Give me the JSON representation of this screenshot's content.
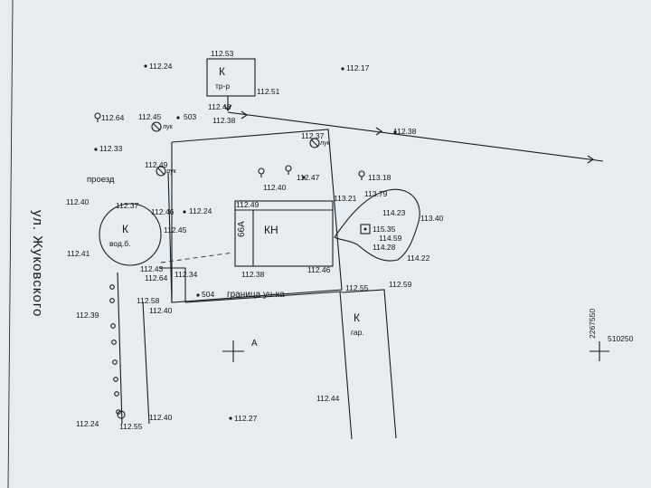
{
  "street": "ул. Жуковского",
  "labels": {
    "transformer_letter": "К",
    "transformer_type": "тр-р",
    "well_letter": "К",
    "well_type": "вод.б.",
    "house_number": "66А",
    "house_type": "КН",
    "garage_letter": "К",
    "garage_type": "гар.",
    "passage": "проезд",
    "boundary": "граница уч-ка",
    "area_marker": "А",
    "point_503": "503",
    "point_504": "504",
    "coord_vertical": "2267550",
    "coord_horizontal": "510250",
    "hatch_1": "лук",
    "hatch_2": "лук",
    "hatch_3": "лук"
  },
  "elev": {
    "e01": "112.53",
    "e02": "112.24",
    "e03": "112.17",
    "e04": "112.51",
    "e05": "112.48",
    "e06": "112.38",
    "e07": "112.64",
    "e08": "112.45",
    "e09": "112.38",
    "e10": "112.33",
    "e11": "112.37",
    "e12": "112.49",
    "e13": "112.40",
    "e14": "112.47",
    "e15": "113.18",
    "e16": "112.40",
    "e17": "112.37",
    "e18": "112.46",
    "e19": "112.24",
    "e20": "112.49",
    "e21": "113.21",
    "e22": "113.79",
    "e23": "114.23",
    "e24": "113.40",
    "e25": "115.35",
    "e26": "114.59",
    "e27": "114.28",
    "e28": "114.22",
    "e29": "112.41",
    "e30": "112.45",
    "e31": "112.43",
    "e32": "112.64",
    "e33": "112.34",
    "e34": "112.38",
    "e35": "112.46",
    "e36": "112.55",
    "e37": "112.59",
    "e38": "112.58",
    "e39": "112.40",
    "e40": "112.39",
    "e41": "112.44",
    "e42": "112.24",
    "e43": "112.55",
    "e44": "112.40",
    "e45": "112.27"
  }
}
